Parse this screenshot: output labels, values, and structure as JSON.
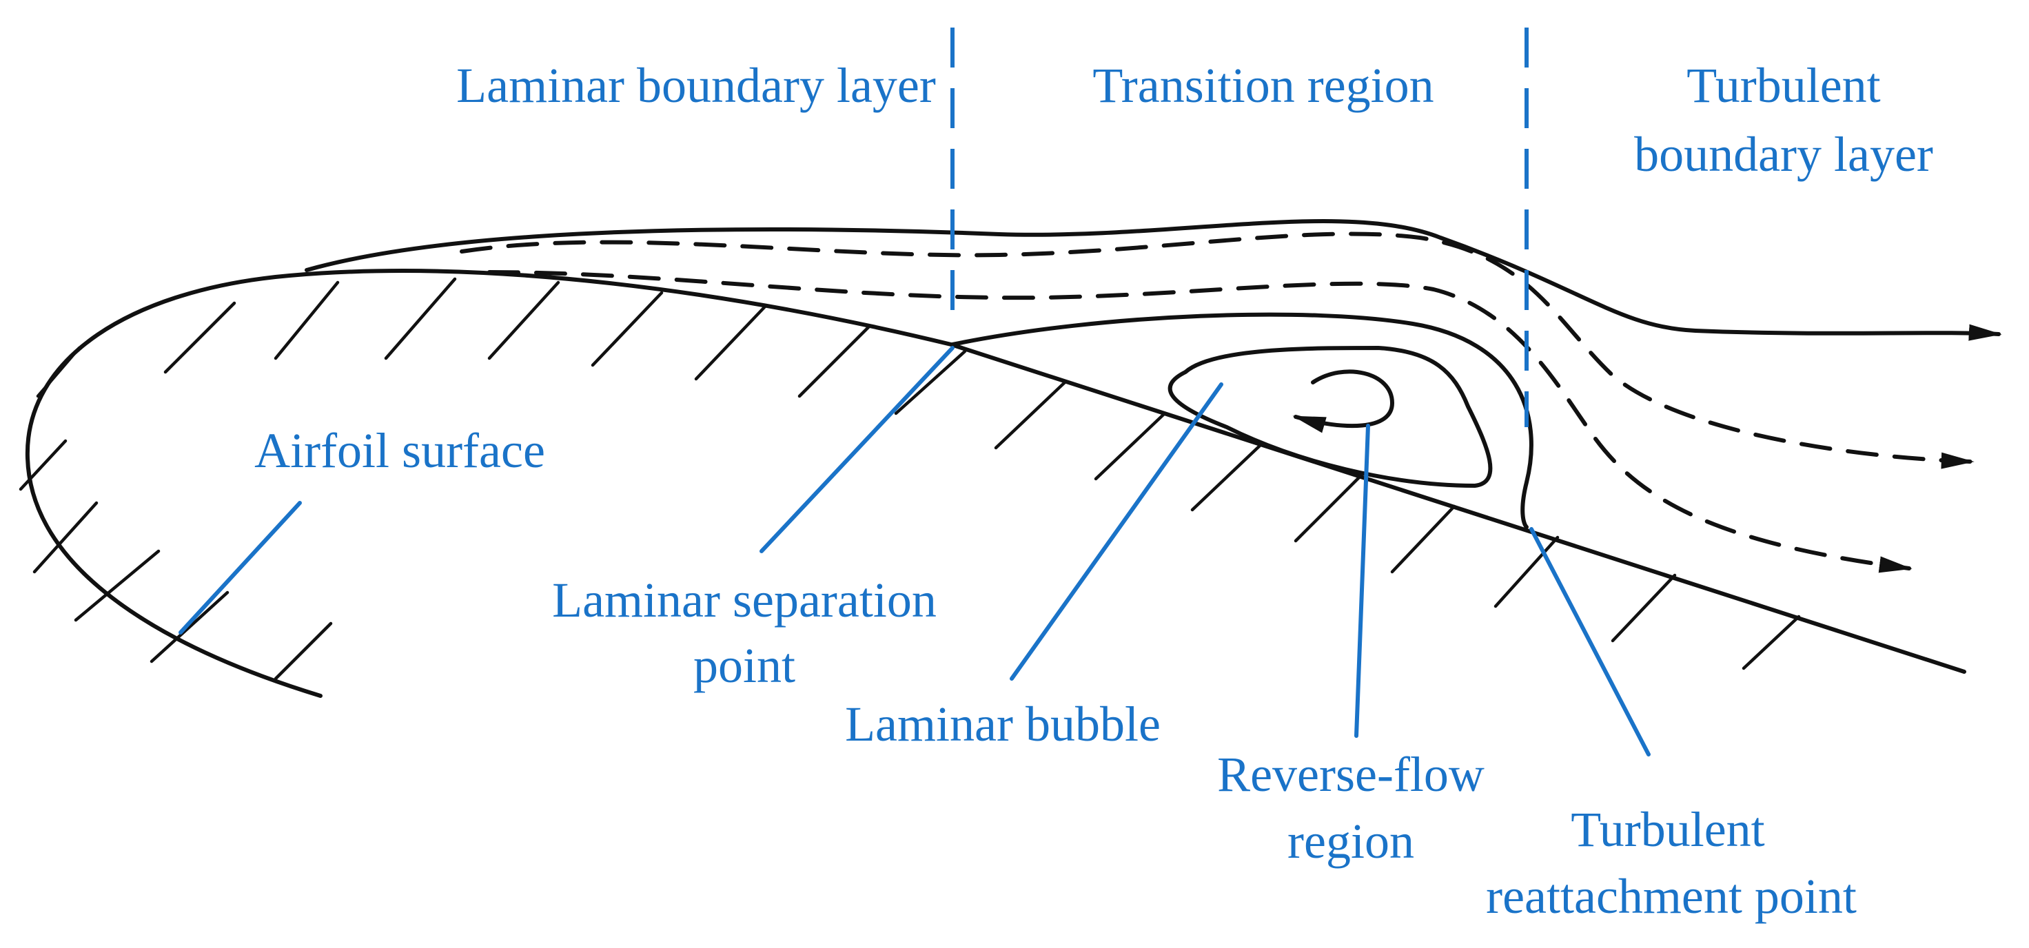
{
  "colors": {
    "label": "#1a73c8",
    "ink": "#111111"
  },
  "regions": {
    "laminar": "Laminar boundary layer",
    "transition": "Transition region",
    "turbulent_line1": "Turbulent",
    "turbulent_line2": "boundary layer"
  },
  "labels": {
    "airfoil_surface": "Airfoil surface",
    "laminar_separation_line1": "Laminar separation",
    "laminar_separation_line2": "point",
    "laminar_bubble": "Laminar bubble",
    "reverse_flow_line1": "Reverse-flow",
    "reverse_flow_line2": "region",
    "turbulent_reattachment_line1": "Turbulent",
    "turbulent_reattachment_line2": "reattachment point"
  }
}
